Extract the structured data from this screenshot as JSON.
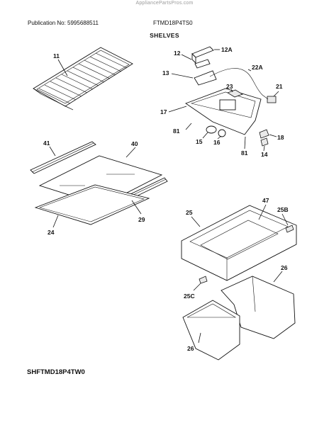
{
  "header": {
    "watermark": "AppliancePartsPros.com",
    "publication": "Publication No: 5995688511",
    "model": "FTMD18P4TS0",
    "section_title": "SHELVES"
  },
  "footer": {
    "code": "SHFTMD18P4TW0"
  },
  "callouts": [
    "11",
    "12",
    "12A",
    "13",
    "22A",
    "23",
    "21",
    "17",
    "81",
    "15",
    "16",
    "81",
    "18",
    "14",
    "41",
    "40",
    "29",
    "24",
    "25",
    "47",
    "25B",
    "26",
    "25C",
    "26"
  ]
}
